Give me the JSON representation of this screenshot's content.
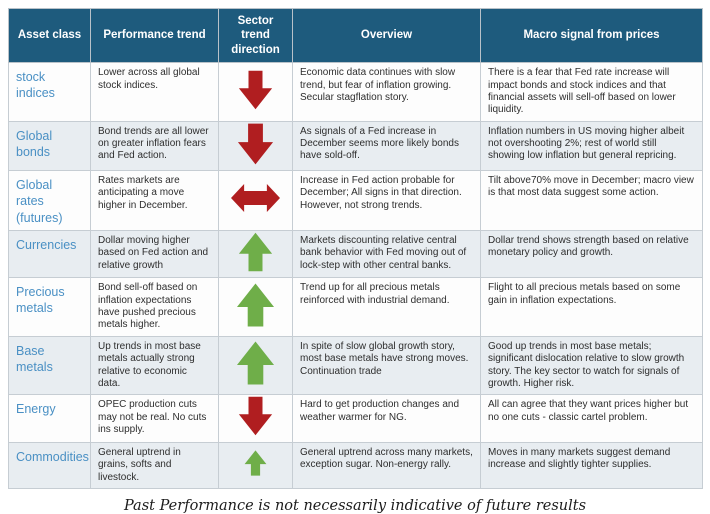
{
  "chart_data": {
    "type": "table",
    "columns": [
      "Asset class",
      "Performance trend",
      "Sector trend direction",
      "Overview",
      "Macro signal from prices"
    ],
    "rows": [
      {
        "asset": "stock indices",
        "performance": "Lower across all global stock indices.",
        "direction": "down",
        "overview": "Economic data continues with slow trend, but fear of inflation growing. Secular stagflation story.",
        "macro": "There is a fear that Fed rate increase will impact bonds and stock indices and that financial assets will sell-off based on lower liquidity."
      },
      {
        "asset": "Global bonds",
        "performance": "Bond trends are all lower on greater inflation fears and Fed action.",
        "direction": "down",
        "overview": "As signals of a Fed increase in December seems more likely bonds have sold-off.",
        "macro": "Inflation numbers in US moving higher albeit not overshooting 2%; rest of world still showing low inflation but general repricing."
      },
      {
        "asset": "Global rates (futures)",
        "performance": "Rates markets are anticipating a move higher in December.",
        "direction": "left-right",
        "overview": "Increase in Fed action probable for December; All signs in that direction. However, not strong trends.",
        "macro": "Tilt above70% move in December; macro view is that most data suggest some action."
      },
      {
        "asset": "Currencies",
        "performance": "Dollar moving higher based on Fed action and relative growth",
        "direction": "up",
        "overview": "Markets discounting relative central bank behavior with Fed moving out of lock-step with other central banks.",
        "macro": "Dollar trend shows strength based on relative monetary policy and growth."
      },
      {
        "asset": "Precious metals",
        "performance": "Bond sell-off based on inflation expectations have pushed precious metals higher.",
        "direction": "up",
        "overview": "Trend up for all precious metals reinforced with industrial demand.",
        "macro": "Flight to all precious metals based on some gain in inflation expectations."
      },
      {
        "asset": "Base metals",
        "performance": "Up trends in most base metals actually strong relative to economic data.",
        "direction": "up",
        "overview": "In spite of slow global growth story, most base metals have strong moves. Continuation trade",
        "macro": "Good up trends in most base metals; significant dislocation relative to slow growth story. The key sector to watch for signals of growth. Higher risk."
      },
      {
        "asset": "Energy",
        "performance": "OPEC production cuts may not be real. No cuts ins supply.",
        "direction": "down",
        "overview": "Hard to get production changes and weather warmer for NG.",
        "macro": "All can agree that they want prices higher but no one cuts - classic cartel problem."
      },
      {
        "asset": "Commodities",
        "performance": "General uptrend in grains, softs and livestock.",
        "direction": "up",
        "overview": "General uptrend across many markets, exception sugar. Non-energy rally.",
        "macro": "Moves in many markets suggest demand increase and slightly tighter supplies."
      }
    ]
  },
  "footer": {
    "caption": "Past Performance is not necessarily indicative of future results"
  },
  "colors": {
    "header_bg": "#1e5b7d",
    "asset_text": "#4a90c4",
    "arrow_up": "#6fae49",
    "arrow_down": "#b01e20",
    "row_alt": "#e8edf1",
    "border": "#c6cdd3"
  }
}
